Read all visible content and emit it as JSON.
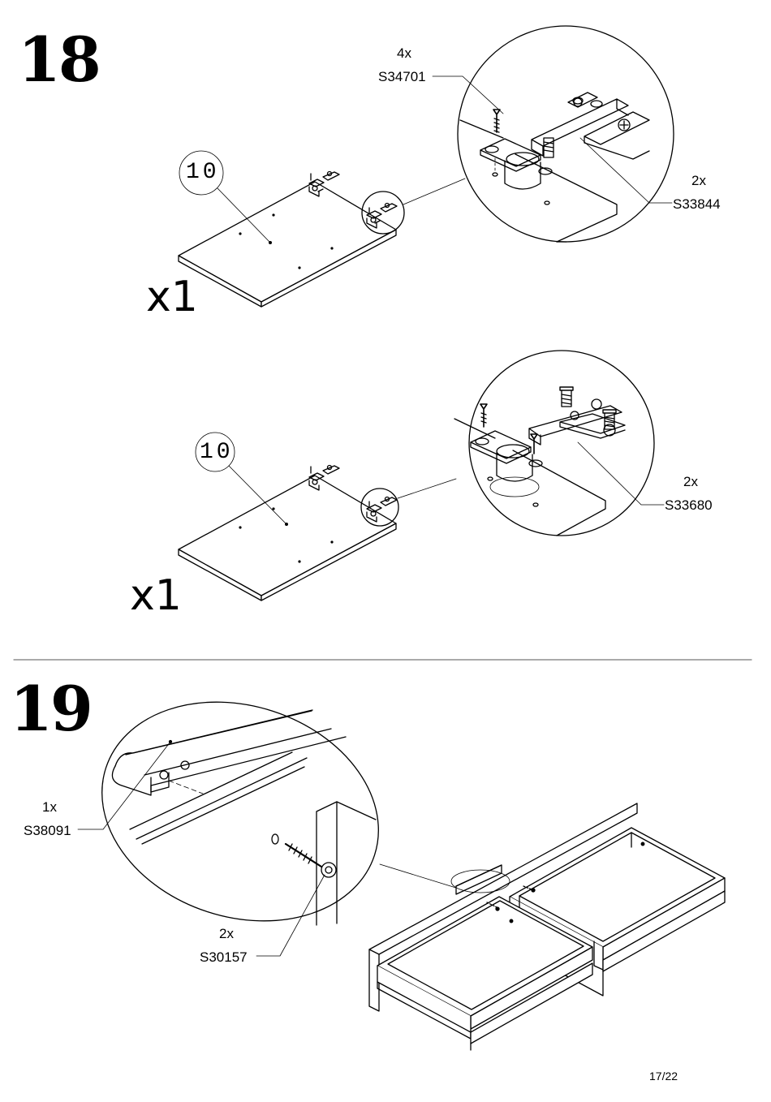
{
  "steps": [
    {
      "number": "18",
      "panels": [
        {
          "callout": "10",
          "quantity": "x1",
          "hardware": [
            {
              "qty": "4x",
              "code": "S34701"
            },
            {
              "qty": "2x",
              "code": "S33844"
            }
          ]
        },
        {
          "callout": "10",
          "quantity": "x1",
          "hardware": [
            {
              "qty": "2x",
              "code": "S33680"
            }
          ]
        }
      ]
    },
    {
      "number": "19",
      "hardware": [
        {
          "qty": "1x",
          "code": "S38091"
        },
        {
          "qty": "2x",
          "code": "S30157"
        }
      ]
    }
  ],
  "page": {
    "number": "17/22"
  }
}
